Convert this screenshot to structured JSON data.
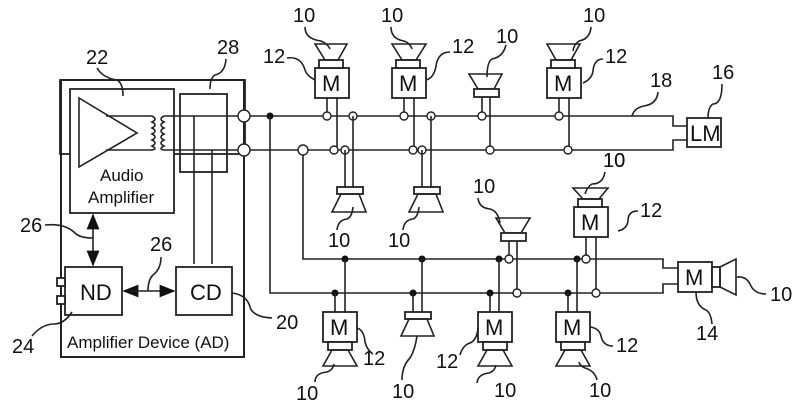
{
  "diagram": {
    "amplifier_device": {
      "label": "Amplifier Device (AD)",
      "audio_amplifier": {
        "line1": "Audio",
        "line2": "Amplifier",
        "ref": "22"
      },
      "network_device": {
        "label": "ND",
        "ref": "24"
      },
      "control_device": {
        "label": "CD",
        "ref": "20"
      },
      "transformer_block_ref": "28",
      "link_refs": [
        "26",
        "26"
      ]
    },
    "bus_ref": "18",
    "line_monitor": {
      "label": "LM",
      "ref": "16"
    },
    "module_label": "M",
    "module_ref": "12",
    "speaker_ref": "10",
    "end_module_ref": "14"
  }
}
